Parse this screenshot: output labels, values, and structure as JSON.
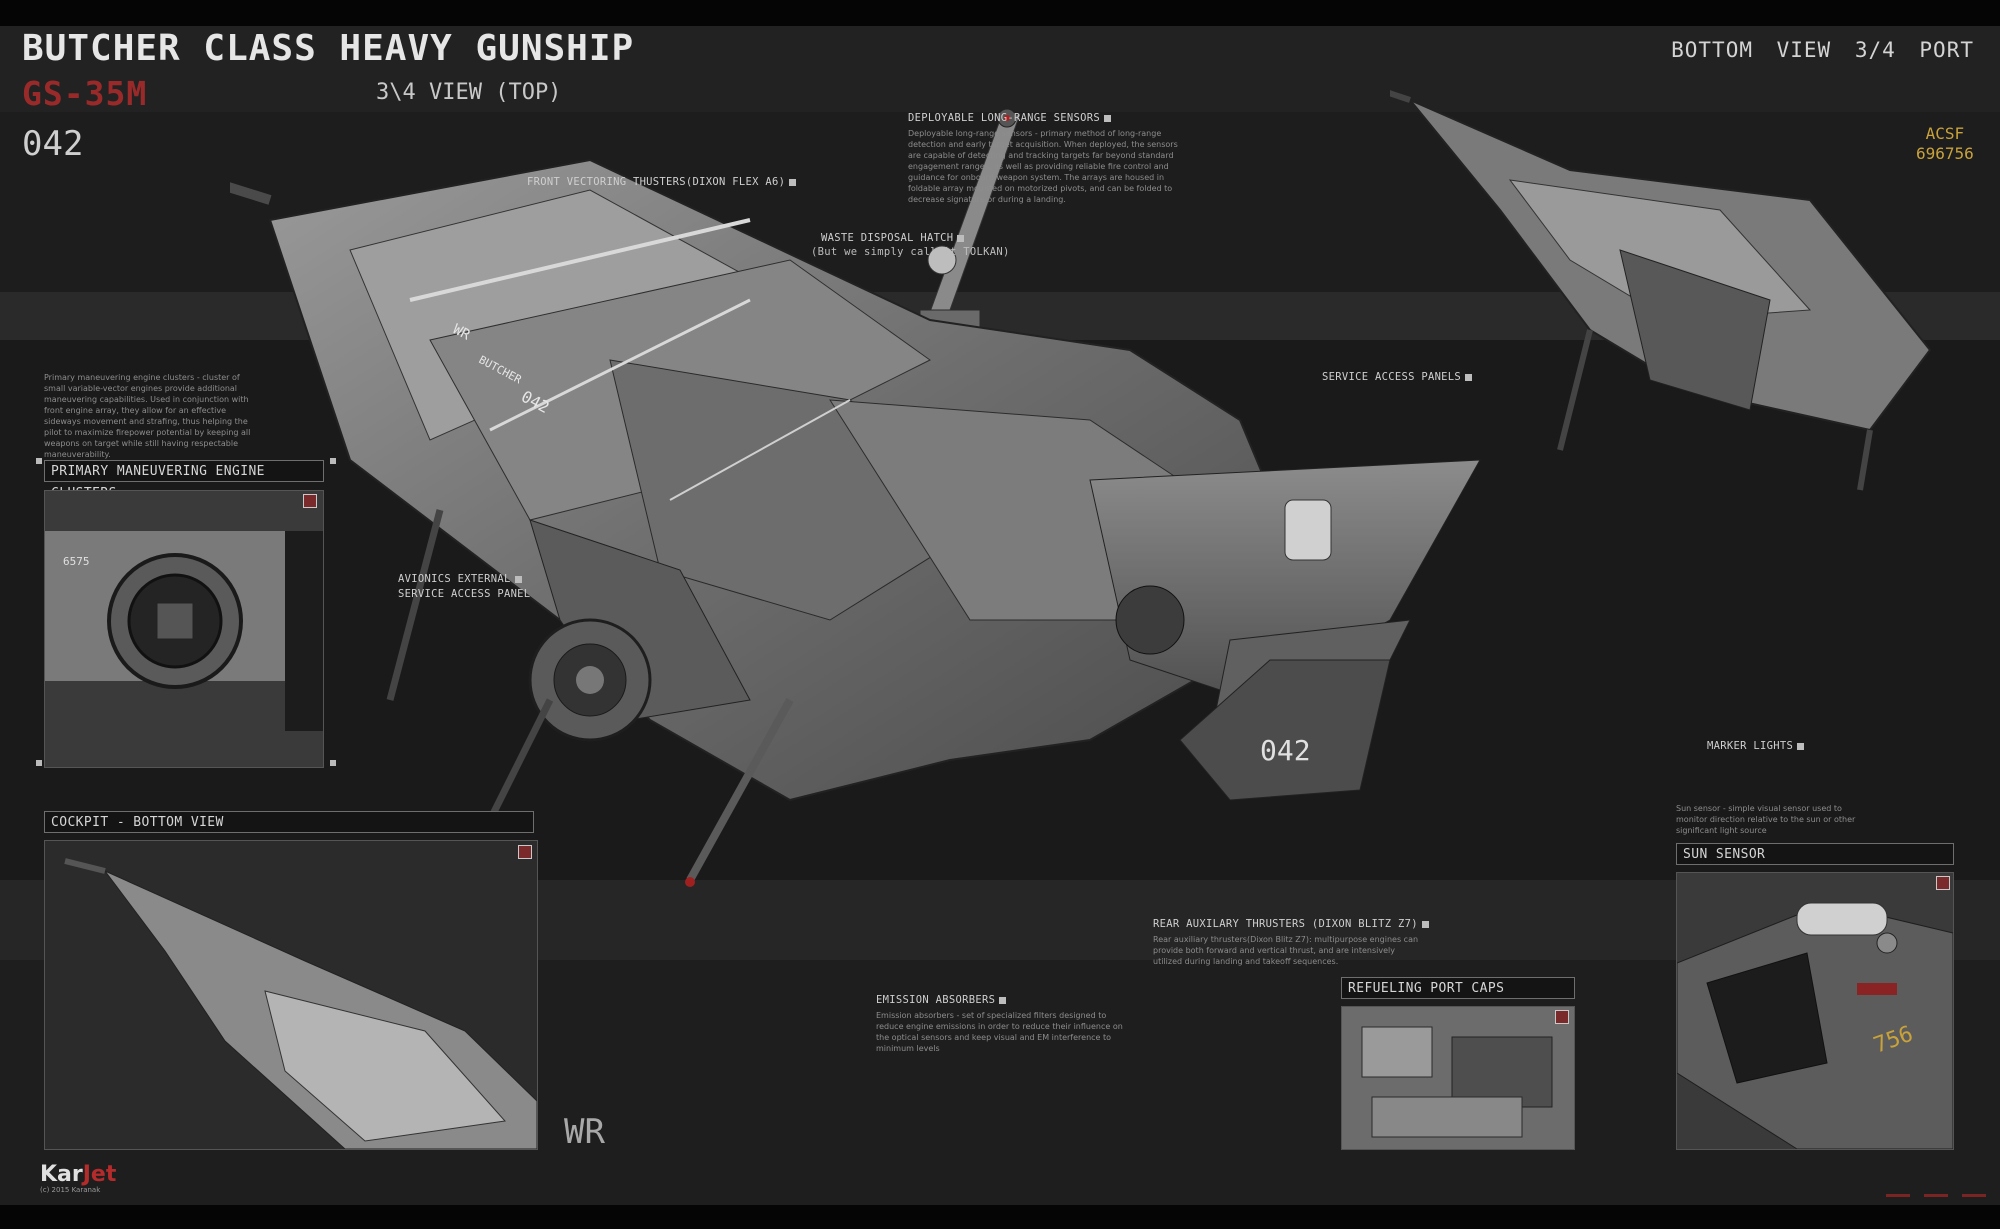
{
  "header": {
    "title": "BUTCHER CLASS HEAVY GUNSHIP",
    "code": "GS-35M",
    "view_label": "3\\4 VIEW (TOP)",
    "hull_number": "042",
    "right_view_label": "BOTTOM VIEW  3/4  PORT",
    "acsf_label": "ACSF",
    "acsf_number": "696756"
  },
  "callouts": {
    "long_range_sensors": {
      "title": "DEPLOYABLE LONG-RANGE SENSORS",
      "text": "Deployable long-range sensors - primary method of long-range detection and early target acquisition. When deployed, the sensors are capable of detecting and tracking targets far beyond standard engagement ranges, as well as providing reliable fire control and guidance for onboard weapon system. The arrays are housed in foldable array mounted on motorized pivots, and can be folded to decrease signature or during a landing."
    },
    "front_thrusters": {
      "title": "FRONT VECTORING THUSTERS(DIXON FLEX A6)"
    },
    "waste_hatch": {
      "title": "WASTE DISPOSAL HATCH",
      "subtitle": "(But we simply call it TOLKAN)"
    },
    "service_panels": {
      "title": "SERVICE ACCESS PANELS"
    },
    "avionics": {
      "line1": "AVIONICS EXTERNAL",
      "line2": "SERVICE ACCESS PANEL"
    },
    "marker_lights": {
      "title": "MARKER LIGHTS"
    },
    "sun_sensor_desc": "Sun sensor - simple visual sensor used to monitor direction relative to the sun or other significant light source",
    "rear_thrusters": {
      "title": "REAR AUXILARY THRUSTERS (DIXON BLITZ Z7)",
      "text": "Rear auxiliary thrusters(Dixon Blitz Z7): multipurpose engines can provide both forward and vertical thrust, and are intensively utilized during landing and takeoff sequences."
    },
    "emission": {
      "title": "EMISSION ABSORBERS",
      "text": "Emission absorbers - set of specialized filters designed to reduce engine emissions in order to reduce their influence on the optical sensors and keep visual and EM interference to minimum levels"
    },
    "maneuvering_desc": "Primary maneuvering engine clusters - cluster of small variable-vector engines provide additional maneuvering capabilities. Used in conjunction with front engine array, they allow for an effective sideways movement and strafing, thus helping the pilot to maximize firepower potential by keeping all weapons on target while still having respectable maneuverability."
  },
  "panels": {
    "engine_clusters": "PRIMARY MANEUVERING ENGINE CLUSTERS",
    "cockpit": "COCKPIT - BOTTOM VIEW",
    "refueling": "REFUELING PORT CAPS",
    "sun_sensor": "SUN SENSOR"
  },
  "ship_markings": {
    "wr": "WR",
    "name": "BUTCHER",
    "hull": "042",
    "tail": "042",
    "engine_num": "6575",
    "sensor_num": "756",
    "corner_wr": "WR"
  },
  "footer": {
    "logo_a": "Kar",
    "logo_b": "Jet",
    "copyright": "(c) 2015 Karanak"
  },
  "colors": {
    "background": "#0b0b0b",
    "panel": "#2b2b2b",
    "accent_red": "#9a2a2a",
    "accent_gold": "#c9a23a"
  }
}
